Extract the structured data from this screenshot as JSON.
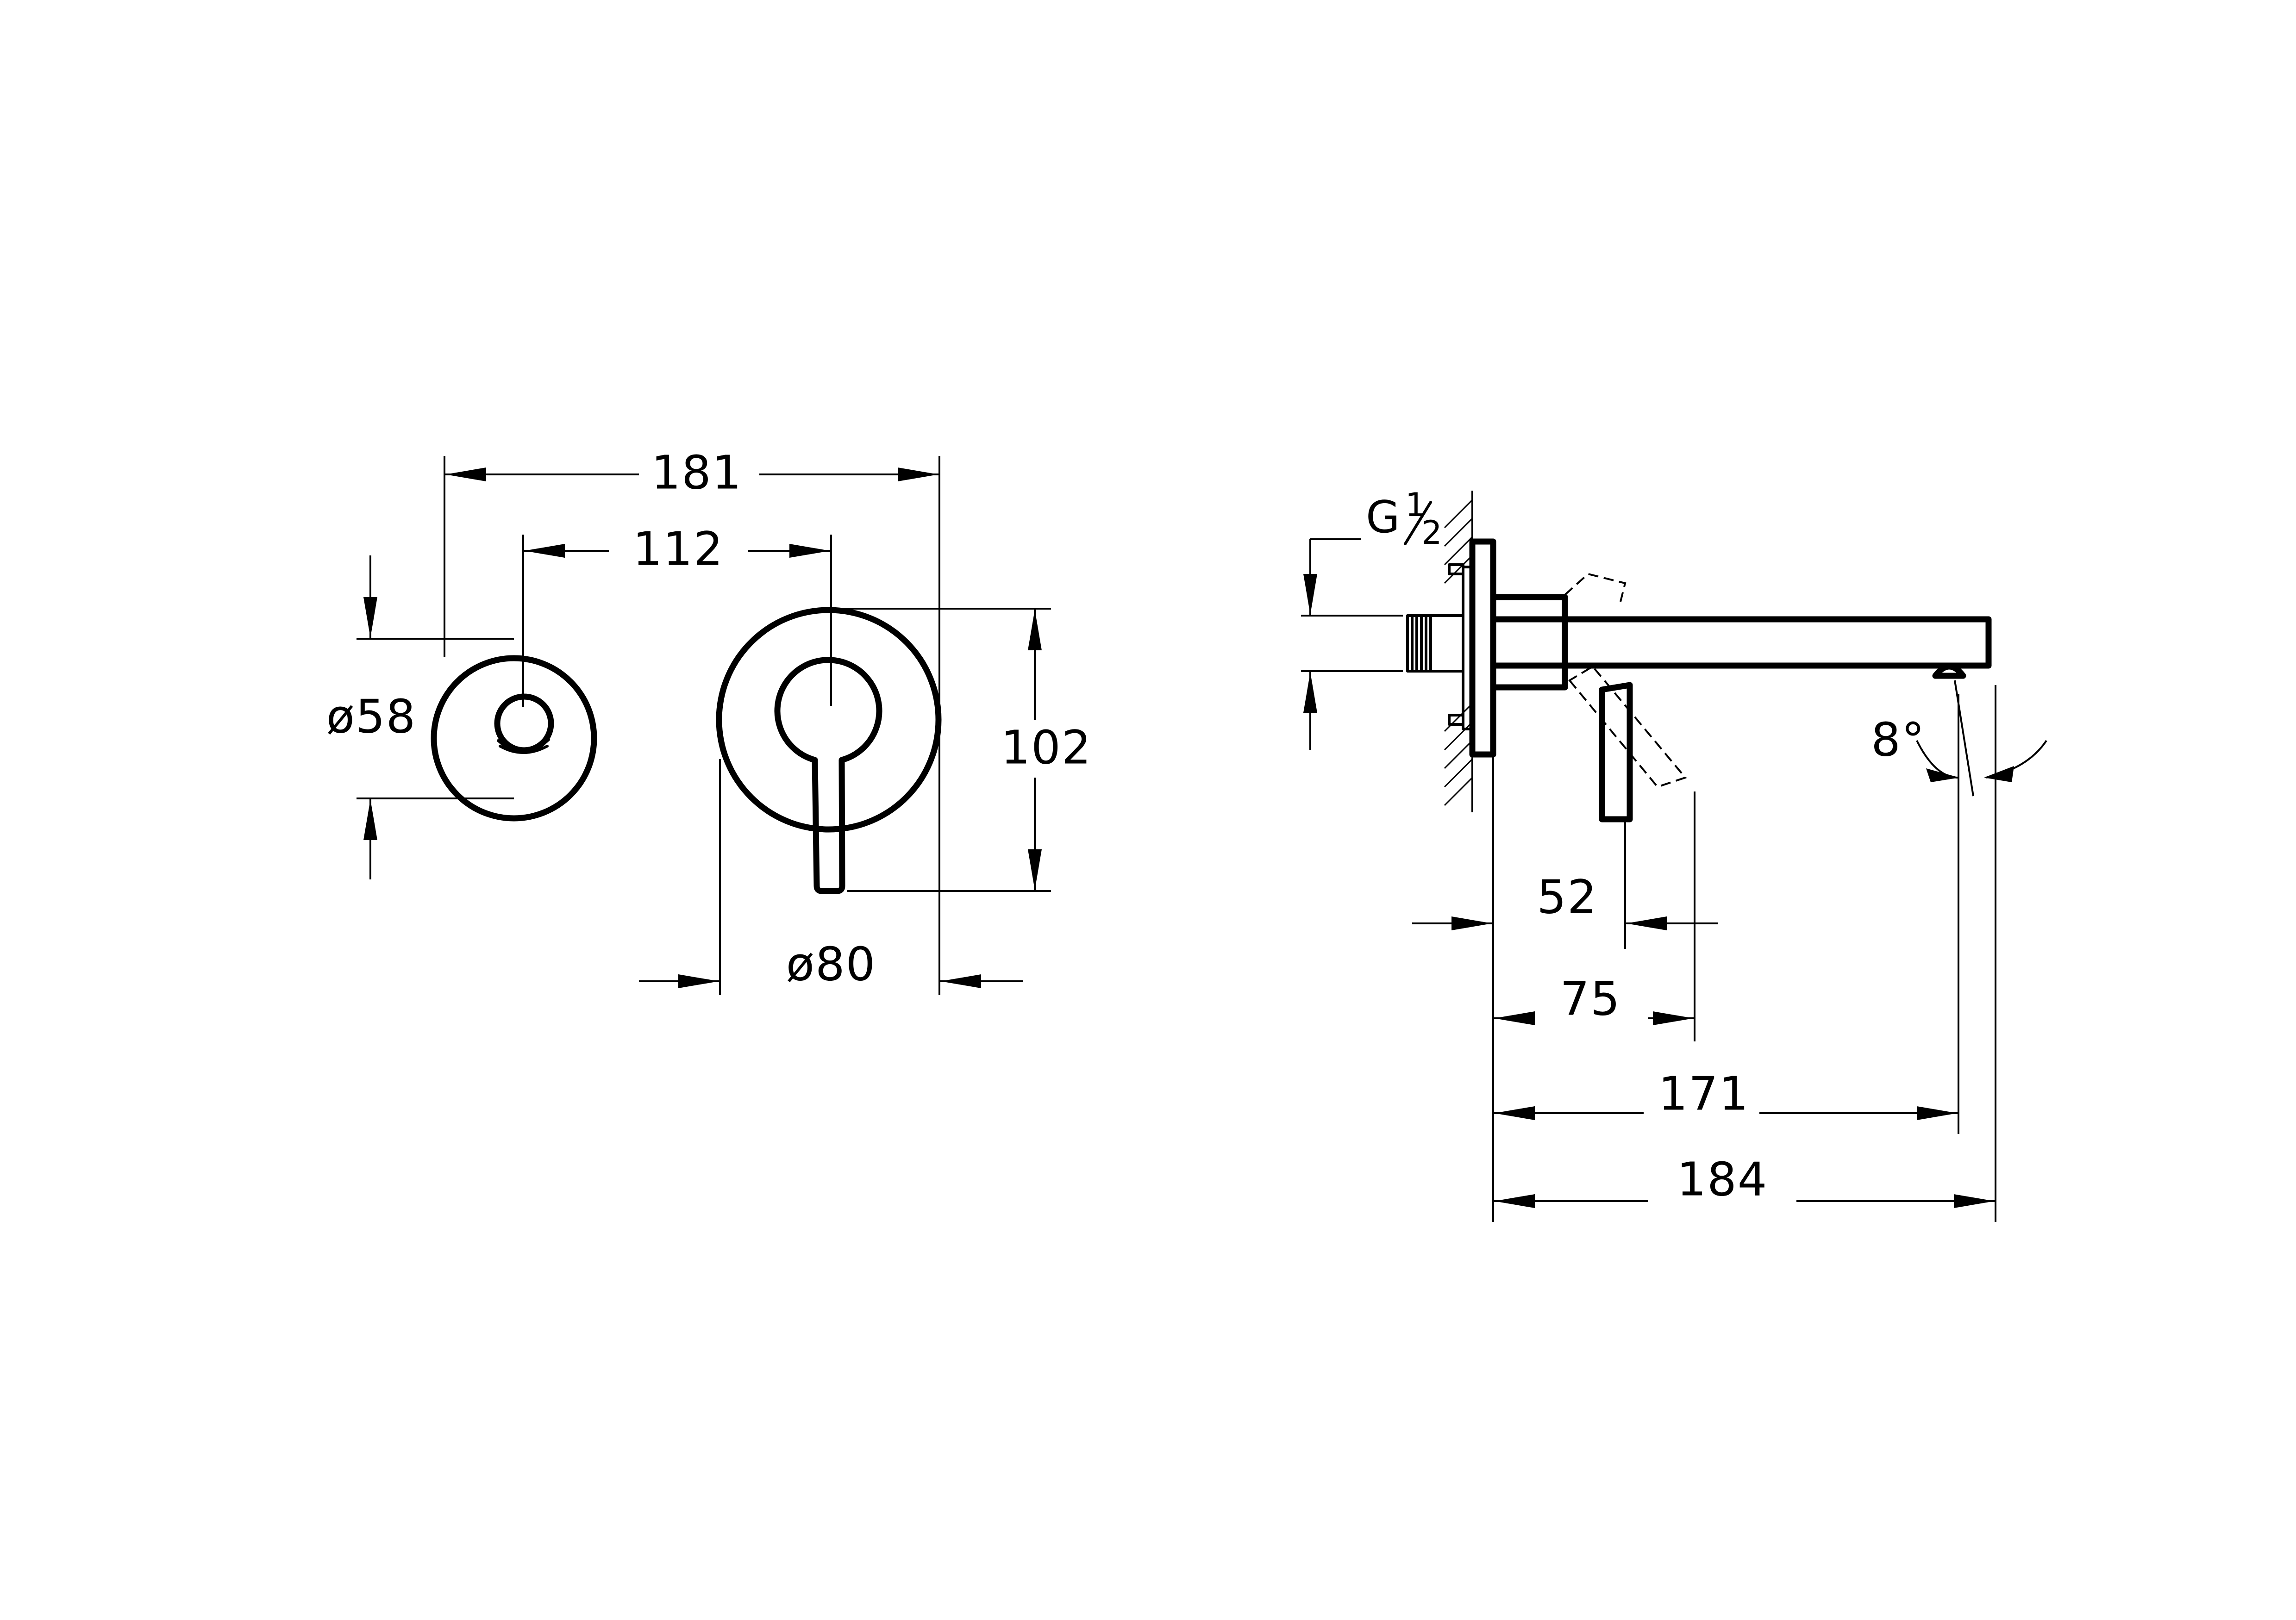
{
  "dimensions": {
    "front_overall_width": "181",
    "front_center_distance": "112",
    "small_rosette_diameter": "ø58",
    "large_rosette_diameter": "ø80",
    "lever_height": "102",
    "thread_size_main": "G",
    "thread_size_numerator": "1",
    "thread_size_denominator": "2",
    "lever_offset": "52",
    "lever_reach": "75",
    "spout_outlet_distance": "171",
    "spout_overall_length": "184",
    "spout_angle": "8°"
  }
}
